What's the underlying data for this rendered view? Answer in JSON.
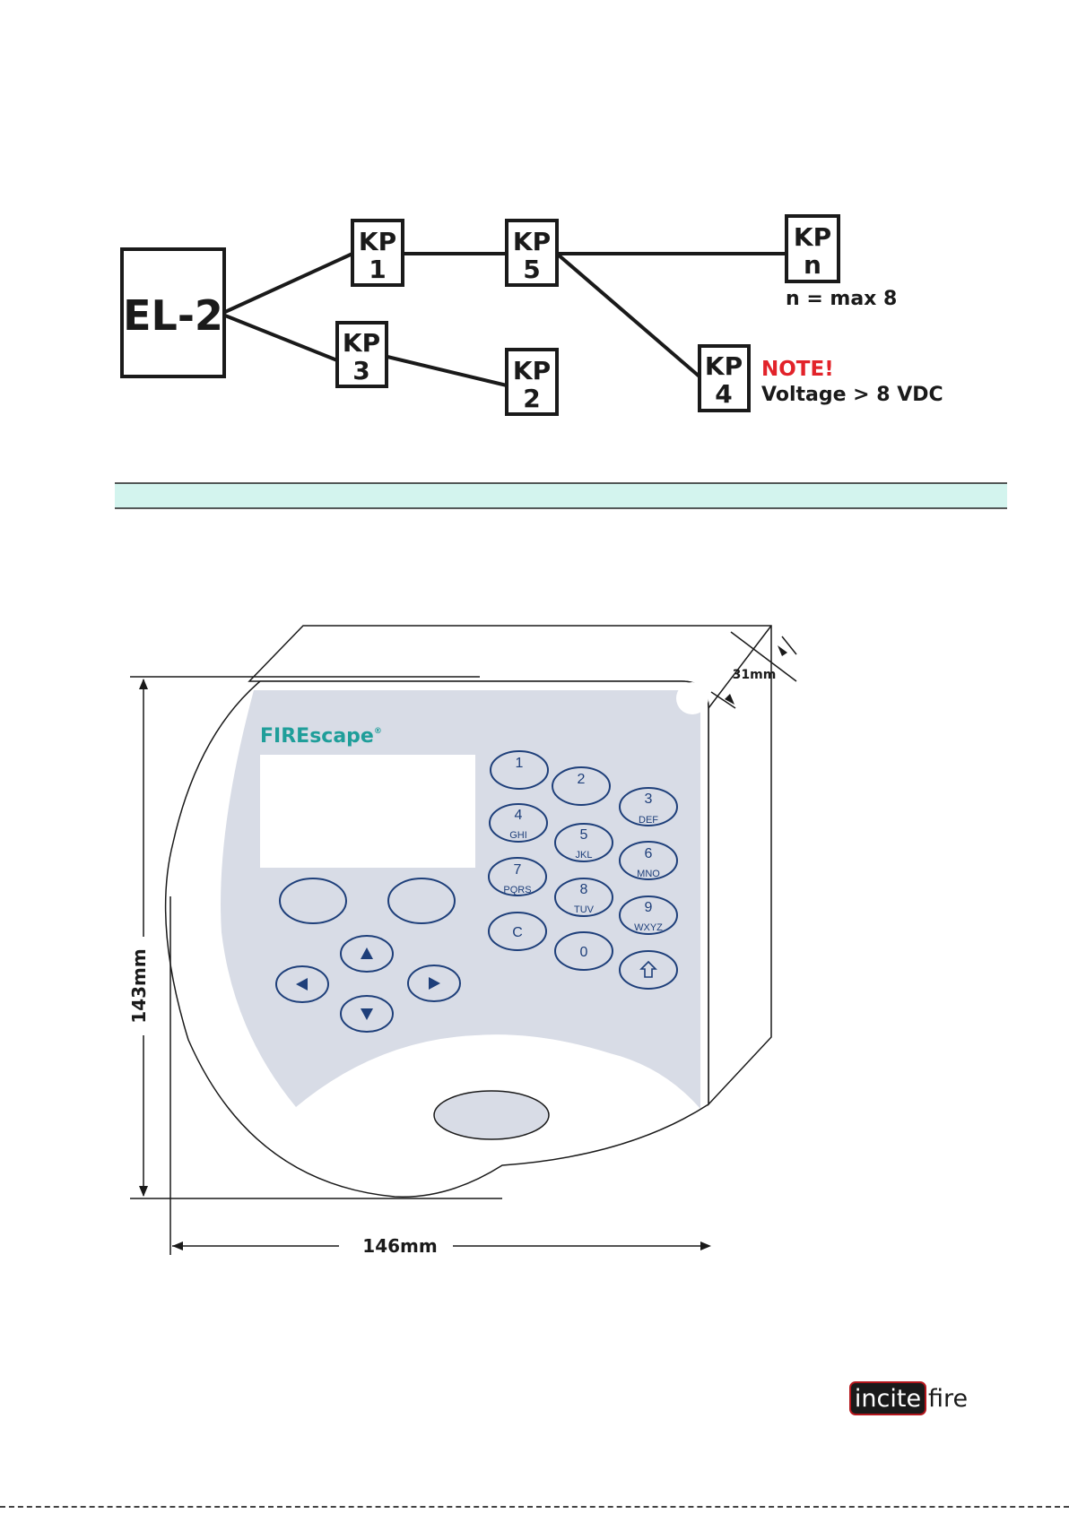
{
  "network": {
    "controller": "EL-2",
    "kp_label": "KP",
    "nodes": [
      "1",
      "5",
      "n",
      "3",
      "2",
      "4"
    ],
    "n_note": "n = max 8",
    "note_title": "NOTE!",
    "note_text": "Voltage > 8 VDC",
    "note_color": "#e2232a"
  },
  "band": {
    "color": "#d3f4ee"
  },
  "keypad": {
    "brand_fire": "FIRE",
    "brand_scape": "scape",
    "brand_mark": "®",
    "brand_color": "#1f9e9a",
    "face_color": "#d8dce6",
    "key_color": "#1e3f7a",
    "keys": {
      "k1": "1",
      "k2": "2",
      "k3": "3",
      "k3_sub": "DEF",
      "k4": "4",
      "k4_sub": "GHI",
      "k5": "5",
      "k5_sub": "JKL",
      "k6": "6",
      "k6_sub": "MNO",
      "k7": "7",
      "k7_sub": "PQRS",
      "k8": "8",
      "k8_sub": "TUV",
      "k9": "9",
      "k9_sub": "WXYZ",
      "kc": "C",
      "k0": "0"
    },
    "icons": [
      "arrow-up-icon",
      "arrow-down-icon",
      "arrow-left-icon",
      "arrow-right-icon",
      "shift-icon"
    ]
  },
  "dimensions": {
    "height": "143mm",
    "width": "146mm",
    "depth": "31mm"
  },
  "logo": {
    "incite": "incite",
    "fire": "fire",
    "color": "#b3161c"
  }
}
